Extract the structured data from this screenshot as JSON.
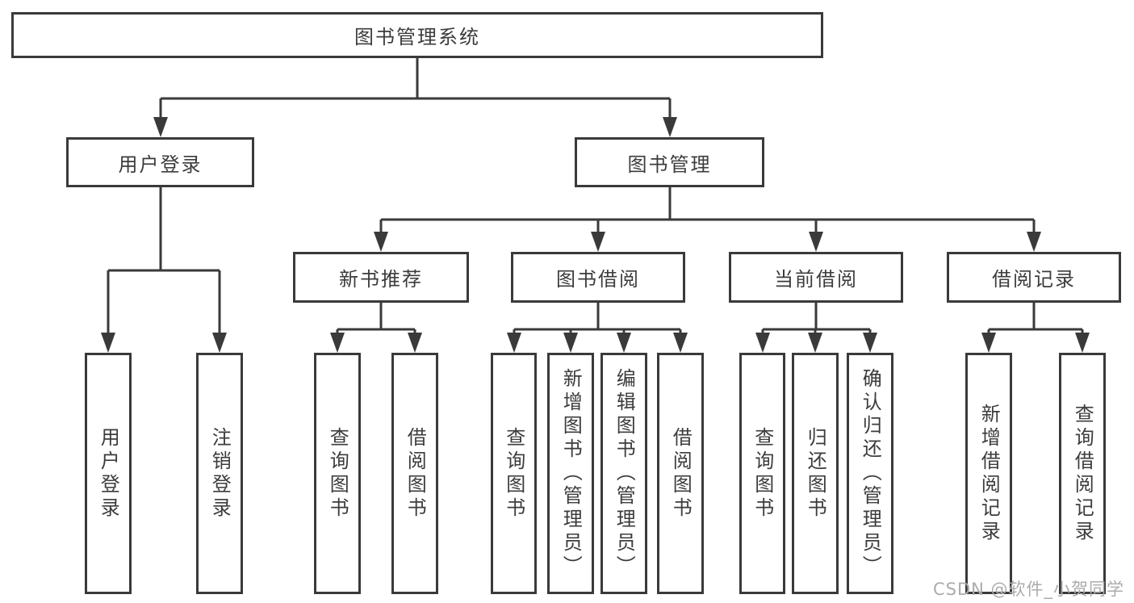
{
  "diagram": {
    "type": "org-tree",
    "tree": {
      "id": "system",
      "label": "图书管理系统",
      "children": [
        {
          "id": "user-login",
          "label": "用户登录",
          "children": [
            {
              "id": "leaf-user-login",
              "label": "用户登录"
            },
            {
              "id": "leaf-logout",
              "label": "注销登录"
            }
          ]
        },
        {
          "id": "book-management",
          "label": "图书管理",
          "children": [
            {
              "id": "new-book-recommend",
              "label": "新书推荐",
              "children": [
                {
                  "id": "leaf-query-books-a",
                  "label": "查询图书"
                },
                {
                  "id": "leaf-borrow-books-a",
                  "label": "借阅图书"
                }
              ]
            },
            {
              "id": "book-borrowing",
              "label": "图书借阅",
              "children": [
                {
                  "id": "leaf-query-books-b",
                  "label": "查询图书"
                },
                {
                  "id": "leaf-add-books-admin",
                  "label": "新增图书（管理员）"
                },
                {
                  "id": "leaf-edit-books-admin",
                  "label": "编辑图书（管理员）"
                },
                {
                  "id": "leaf-borrow-books-b",
                  "label": "借阅图书"
                }
              ]
            },
            {
              "id": "current-borrowing",
              "label": "当前借阅",
              "children": [
                {
                  "id": "leaf-query-books-c",
                  "label": "查询图书"
                },
                {
                  "id": "leaf-return-books",
                  "label": "归还图书"
                },
                {
                  "id": "leaf-confirm-return-admin",
                  "label": "确认归还（管理员）"
                }
              ]
            },
            {
              "id": "borrow-records",
              "label": "借阅记录",
              "children": [
                {
                  "id": "leaf-add-borrow-record",
                  "label": "新增借阅记录"
                },
                {
                  "id": "leaf-query-borrow-record",
                  "label": "查询借阅记录"
                }
              ]
            }
          ]
        }
      ]
    },
    "watermark": "CSDN @软件_小贺同学",
    "colors": {
      "line": "#3a3a3a",
      "text": "#3c3c3c",
      "watermark": "#ababab",
      "bg": "#ffffff"
    }
  }
}
